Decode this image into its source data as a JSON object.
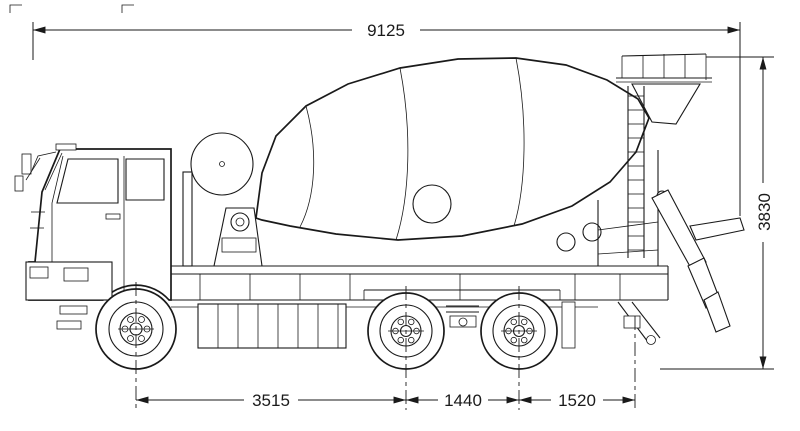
{
  "colors": {
    "line": "#1a1a1a",
    "background": "#ffffff"
  },
  "dims": {
    "overall_length": "9125",
    "overall_height": "3830",
    "wheelbase": "3515",
    "rear_axle_spacing": "1440",
    "rear_overhang": "1520"
  }
}
